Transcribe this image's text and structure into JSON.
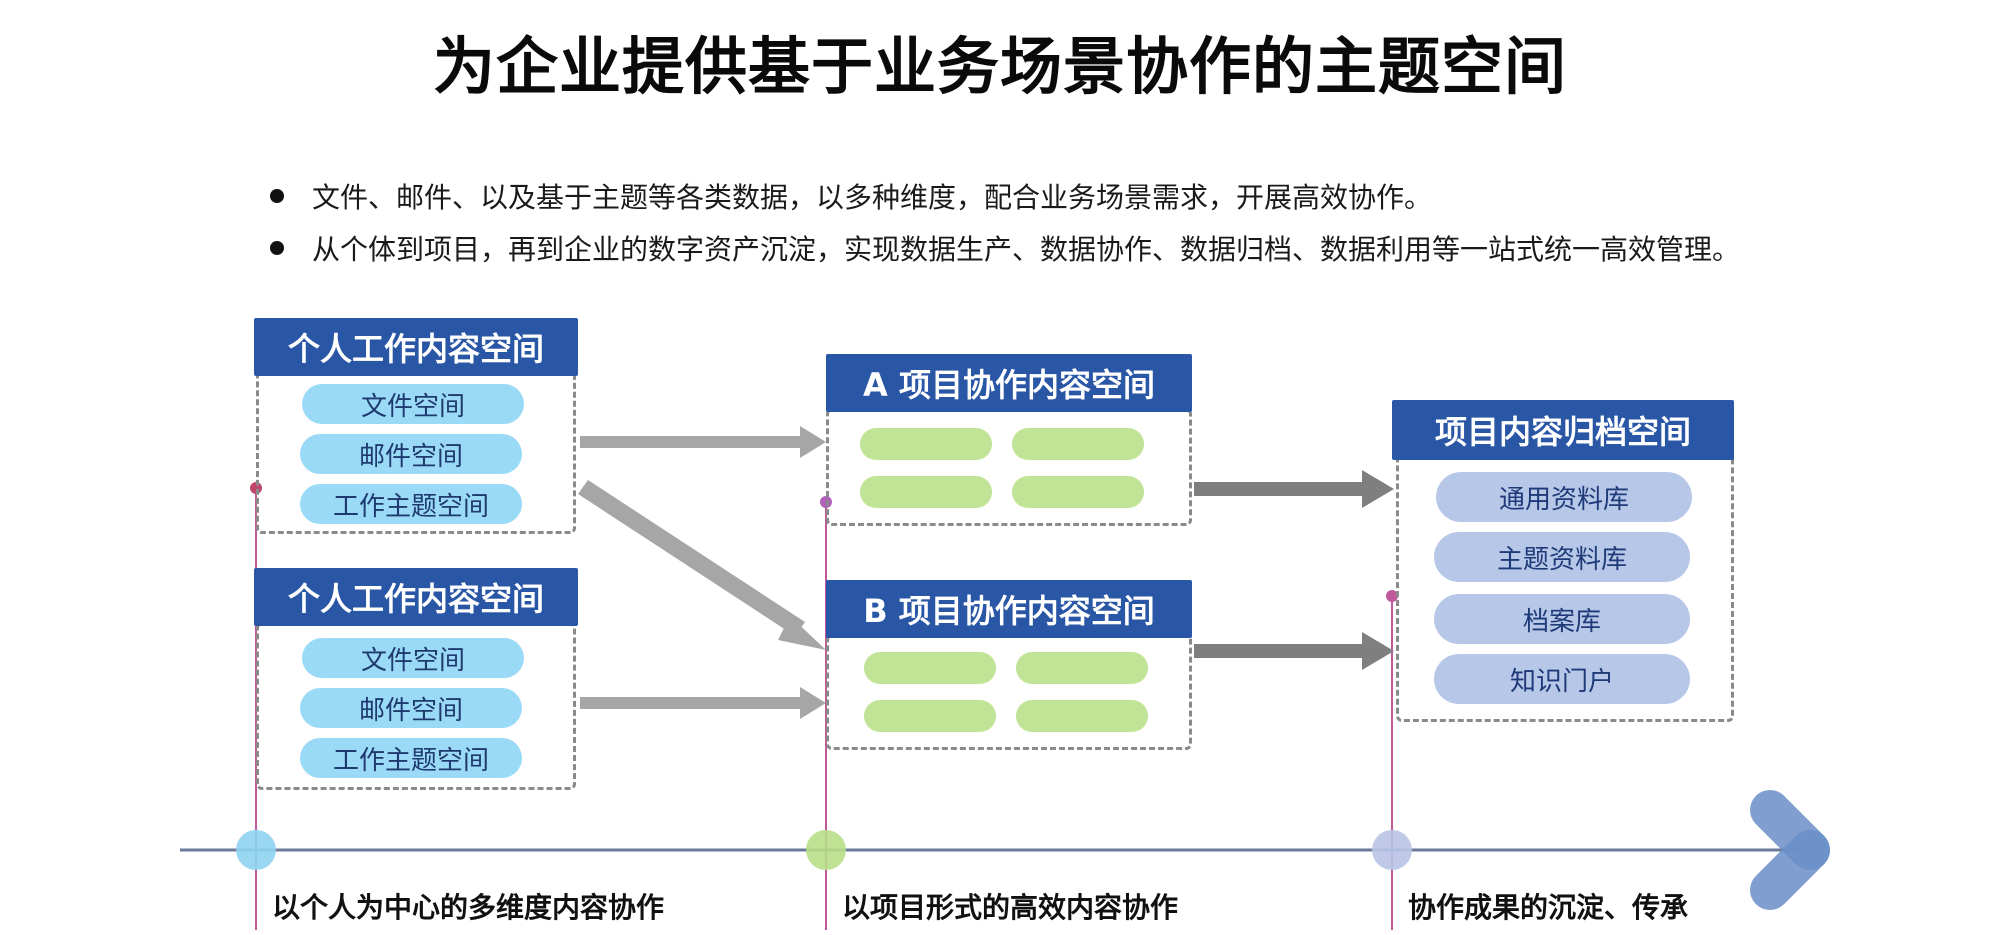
{
  "title": "为企业提供基于业务场景协作的主题空间",
  "bullets": [
    "文件、邮件、以及基于主题等各类数据，以多种维度，配合业务场景需求，开展高效协作。",
    "从个体到项目，再到企业的数字资产沉淀，实现数据生产、数据协作、数据归档、数据利用等一站式统一高效管理。"
  ],
  "personal_spaces": [
    {
      "header": "个人工作内容空间",
      "items": [
        "文件空间",
        "邮件空间",
        "工作主题空间"
      ]
    },
    {
      "header": "个人工作内容空间",
      "items": [
        "文件空间",
        "邮件空间",
        "工作主题空间"
      ]
    }
  ],
  "project_spaces": [
    {
      "header": "A 项目协作内容空间"
    },
    {
      "header": "B 项目协作内容空间"
    }
  ],
  "archive_space": {
    "header": "项目内容归档空间",
    "items": [
      "通用资料库",
      "主题资料库",
      "档案库",
      "知识门户"
    ]
  },
  "timeline": {
    "stages": [
      "以个人为中心的多维度内容协作",
      "以项目形式的高效内容协作",
      "协作成果的沉淀、传承"
    ]
  },
  "colors": {
    "header_blue": "#2956a5",
    "pill_blue": "#9bdaf7",
    "pill_green": "#c0e495",
    "pill_lavender": "#b6c7e8",
    "arrow_light_gray": "#a6a6a6",
    "arrow_dark_gray": "#7f7f7f",
    "timeline_line": "#6b7a99",
    "marker_line": "#c05a9a",
    "node_blue": "#8fd3f2",
    "node_green": "#b7de87",
    "node_lavender": "#b9c4e6",
    "chevron": "#6a8fc8"
  },
  "icons": [
    "right-chevron-icon"
  ]
}
